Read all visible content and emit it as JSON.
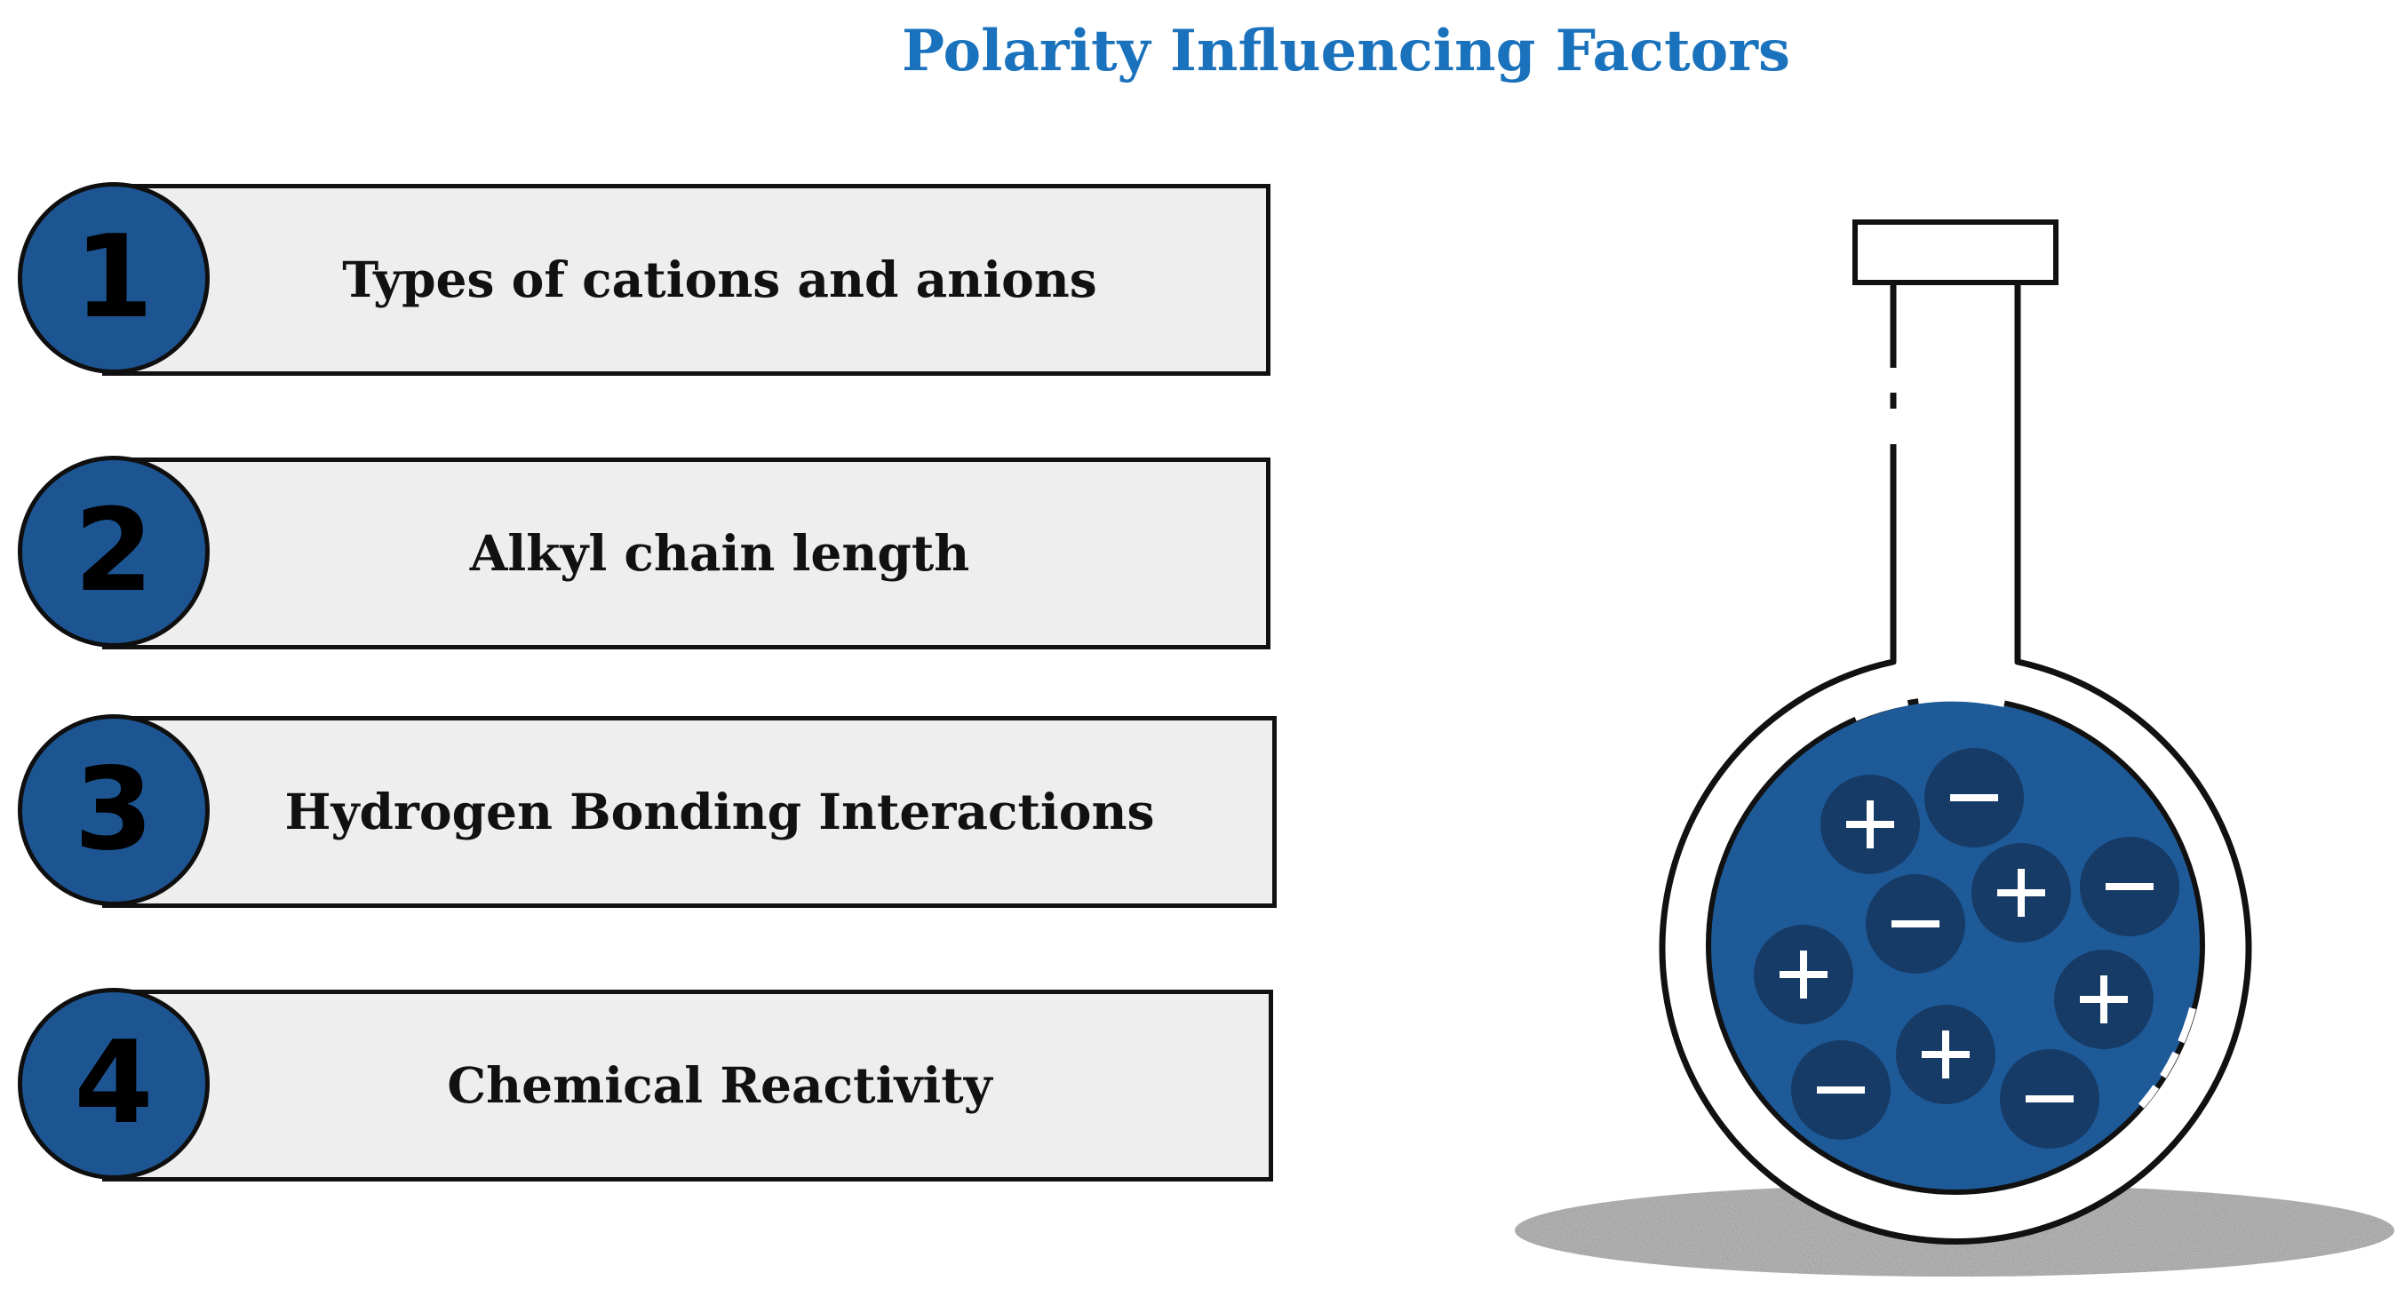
{
  "title": "Polarity Influencing Factors",
  "colors": {
    "title": "#1a72bd",
    "badge": "#1d5593",
    "box": "#eeeeee",
    "solution": "#1e5a98",
    "ion": "#163b66",
    "shadow": "#a9a9a9"
  },
  "factors": [
    {
      "number": "1",
      "label": "Types of cations and anions"
    },
    {
      "number": "2",
      "label": "Alkyl chain length"
    },
    {
      "number": "3",
      "label": "Hydrogen Bonding Interactions"
    },
    {
      "number": "4",
      "label": "Chemical Reactivity"
    }
  ],
  "flask": {
    "ions": [
      {
        "symbol": "+"
      },
      {
        "symbol": "−"
      },
      {
        "symbol": "+"
      },
      {
        "symbol": "−"
      },
      {
        "symbol": "−"
      },
      {
        "symbol": "+"
      },
      {
        "symbol": "+"
      },
      {
        "symbol": "+"
      },
      {
        "symbol": "−"
      },
      {
        "symbol": "−"
      }
    ]
  }
}
